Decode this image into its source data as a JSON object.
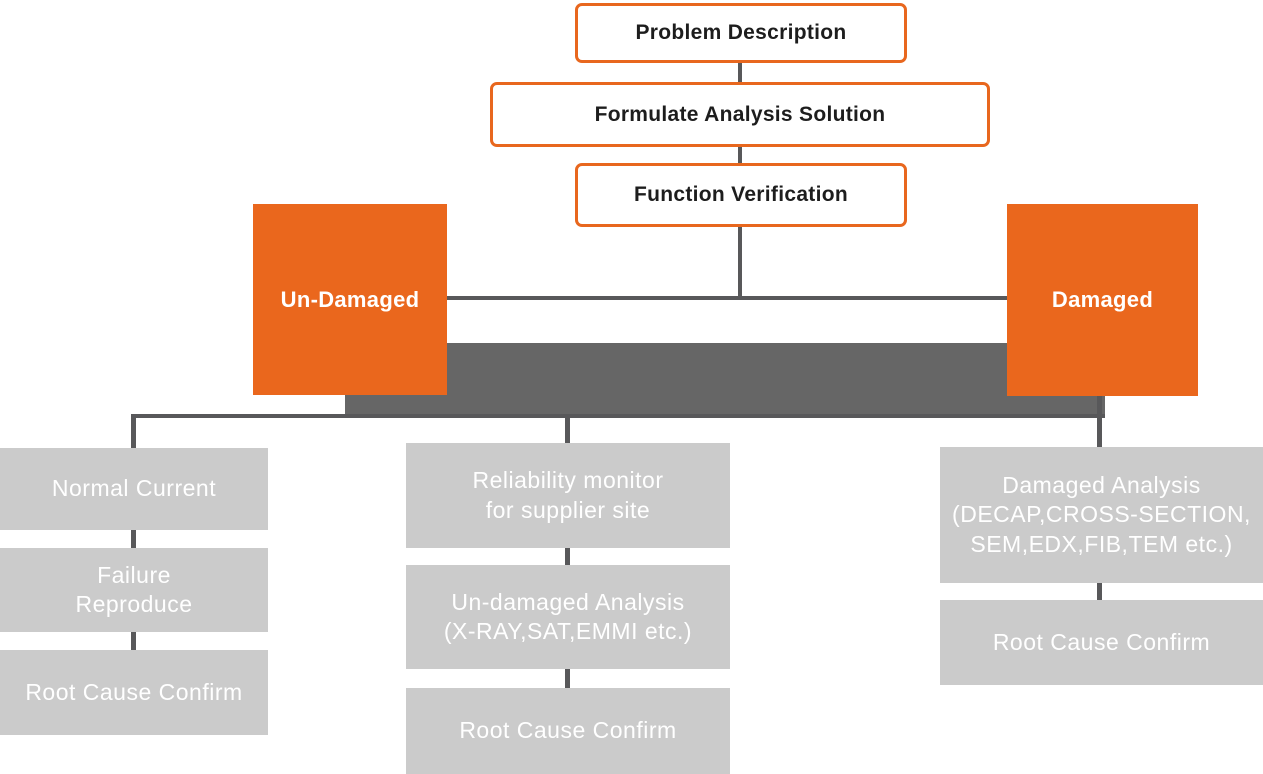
{
  "title_boxes": {
    "problem": "Problem Description",
    "formulate": "Formulate Analysis Solution",
    "function": "Function Verification"
  },
  "branch_boxes": {
    "undamaged": "Un-Damaged",
    "damaged": "Damaged"
  },
  "left_column": {
    "step1": "Normal Current",
    "step2": "Failure\nReproduce",
    "step3": "Root Cause Confirm"
  },
  "middle_column": {
    "step1": "Reliability monitor\nfor supplier site",
    "step2": "Un-damaged Analysis\n(X-RAY,SAT,EMMI etc.)",
    "step3": "Root Cause Confirm"
  },
  "right_column": {
    "step1": "Damaged Analysis\n(DECAP,CROSS-SECTION,\nSEM,EDX,FIB,TEM etc.)",
    "step2": "Root Cause Confirm"
  },
  "colors": {
    "accent_orange": "#EA671D",
    "outline_orange": "#E8671E",
    "merge_bar_gray": "#666666",
    "step_box_gray": "#CBCBCB",
    "connector_gray": "#58585A",
    "title_text": "#1D1D1D",
    "step_text": "#FFFFFF"
  }
}
